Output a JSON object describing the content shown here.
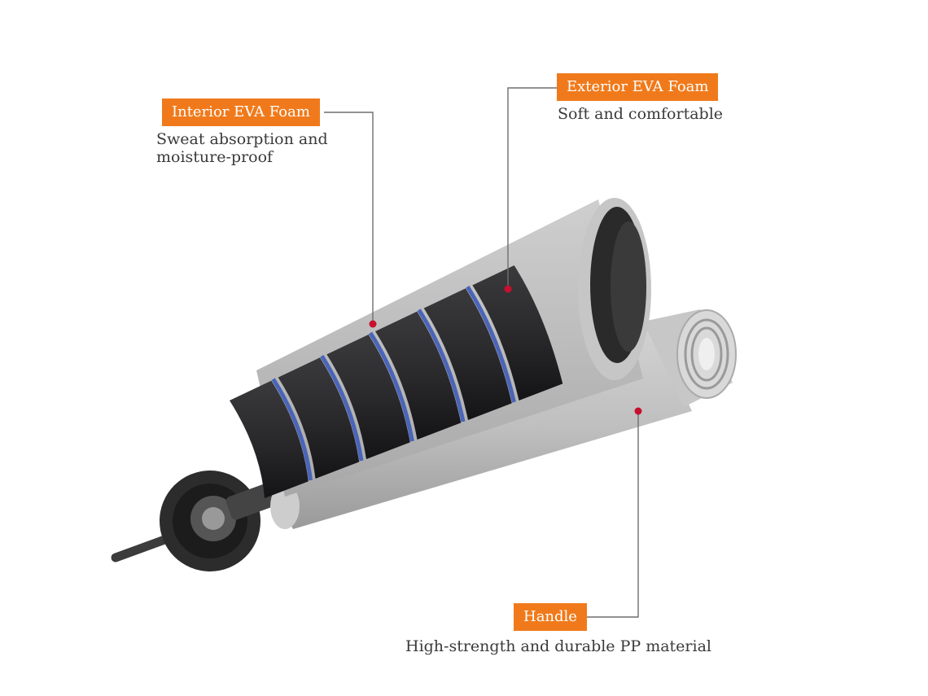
{
  "colors": {
    "tag_background": "#f07a1b",
    "tag_text": "#ffffff",
    "description_text": "#3a3a3a",
    "leader_line": "#6e6e6e",
    "marker_dot": "#c8102e",
    "foam_black": "#2a2a2c",
    "foam_blue_stripe": "#4a64b8",
    "handle_silver": "#bdbdbd"
  },
  "callouts": {
    "interior": {
      "title": "Interior EVA Foam",
      "description_line1": "Sweat absorption and",
      "description_line2": "moisture-proof"
    },
    "exterior": {
      "title": "Exterior EVA Foam",
      "description": "Soft and comfortable"
    },
    "handle": {
      "title": "Handle",
      "description": "High-strength and durable PP material"
    }
  }
}
